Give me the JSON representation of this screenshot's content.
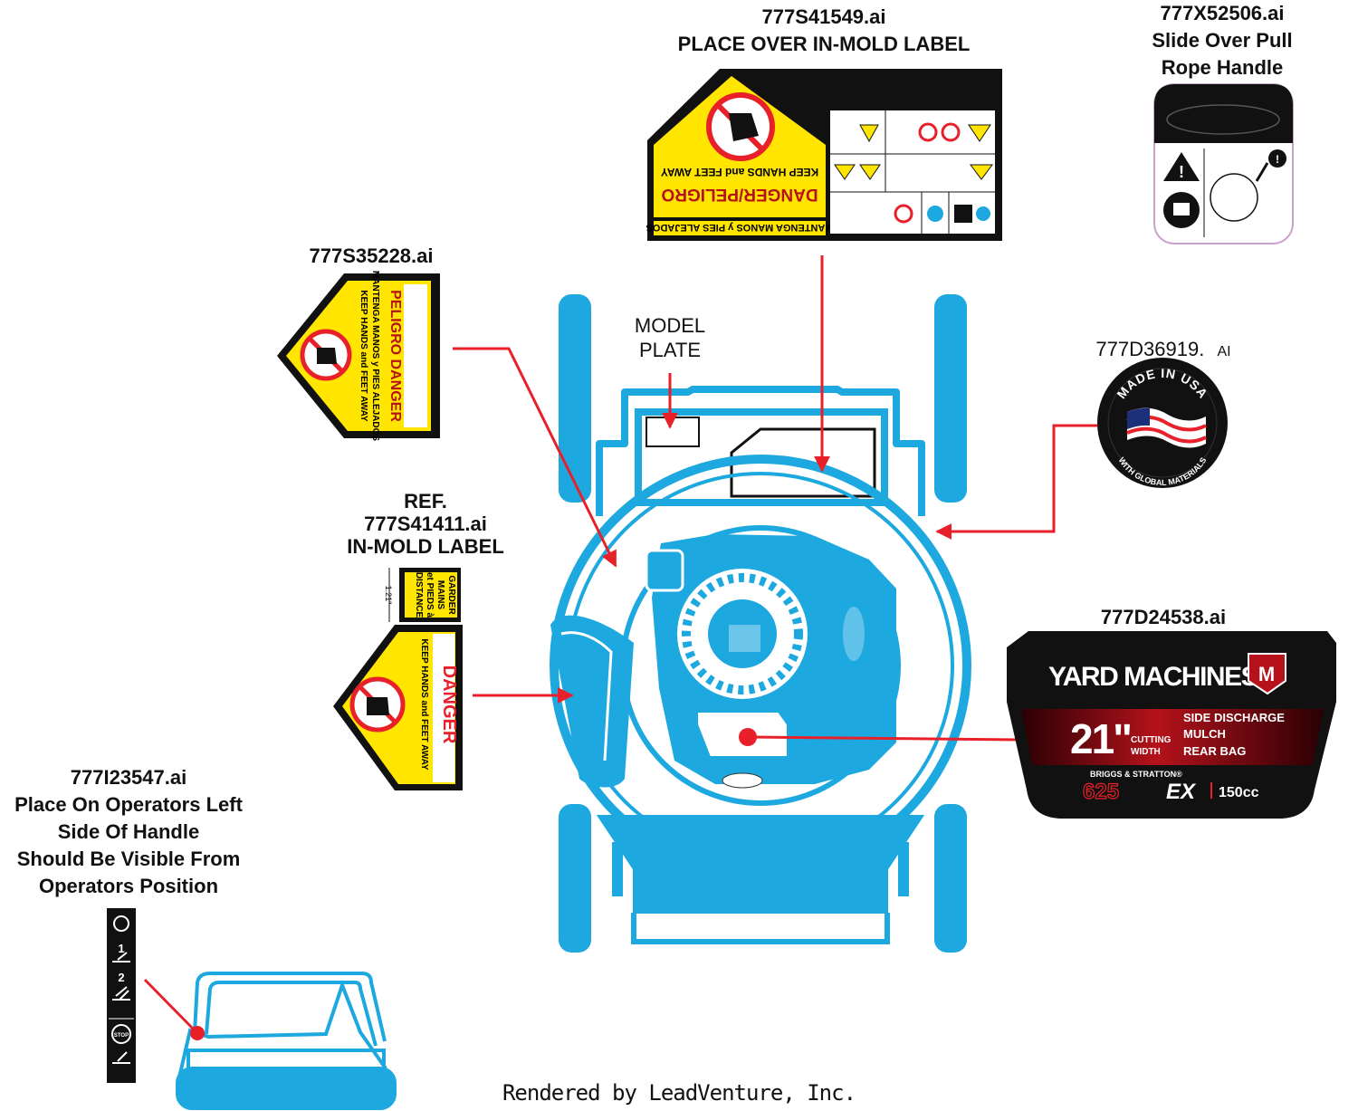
{
  "decals": {
    "center_top": {
      "part": "777S41549.ai",
      "note": "PLACE OVER IN-MOLD LABEL",
      "peligro": "DANGER/PELIGRO",
      "keep": "KEEP HANDS and FEET AWAY",
      "mantenga": "MANTENGA MANOS y PIES ALEJADOS"
    },
    "rope": {
      "part": "777X52506.ai",
      "line1": "Slide Over Pull",
      "line2": "Rope Handle"
    },
    "left": {
      "part": "777S35228.ai",
      "title": "PELIGRO DANGER",
      "l1": "MANTENGA MANOS y PIES ALEJADOS",
      "l2": "KEEP HANDS and FEET AWAY"
    },
    "usa": {
      "part": "777D36919.",
      "suffix": "AI",
      "top": "MADE IN USA",
      "bottom": "WITH GLOBAL MATERIALS"
    },
    "inmold": {
      "l1": "REF.",
      "l2": "777S41411.ai",
      "l3": "IN-MOLD LABEL",
      "fr1": "GARDER",
      "fr2": "MAINS",
      "fr3": "et PIEDS à",
      "fr4": "DISTANCE",
      "dim": "1.21\"",
      "danger": "DANGER",
      "keep": "KEEP HANDS and FEET AWAY"
    },
    "model": {
      "l1": "MODEL",
      "l2": "PLATE"
    },
    "brand": {
      "part": "777D24538.ai",
      "name": "YARD MACHINES",
      "size": "21\"",
      "cw1": "CUTTING",
      "cw2": "WIDTH",
      "m1": "SIDE DISCHARGE",
      "m2": "MULCH",
      "m3": "REAR BAG",
      "engine": "BRIGGS & STRATTON®",
      "series": "625",
      "ex": "EX",
      "cc": "150cc"
    },
    "handle": {
      "part": "777I23547.ai",
      "l1": "Place On Operators Left",
      "l2": "Side Of Handle",
      "l3": "Should Be Visible From",
      "l4": "Operators Position",
      "n1": "1",
      "n2": "2",
      "stop": "STOP"
    }
  },
  "footer": "Rendered by LeadVenture, Inc.",
  "colors": {
    "mower": "#1ea8e0",
    "arrow": "#e8202a",
    "warning": "#ffe500",
    "brandRed": "#b5121b"
  }
}
